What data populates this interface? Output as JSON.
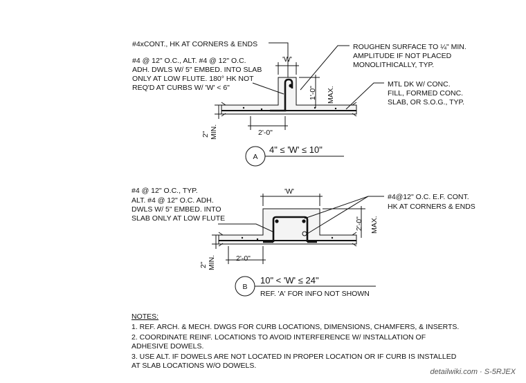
{
  "detail_a": {
    "notes_left": [
      "#4xCONT., HK AT CORNERS & ENDS",
      "#4 @ 12\" O.C., ALT. #4 @ 12\" O.C.",
      "ADH. DWLS W/ 5\" EMBED. INTO SLAB",
      "ONLY AT LOW FLUTE. 180° HK NOT",
      "REQ'D AT CURBS W/ 'W' < 6\""
    ],
    "notes_right": [
      "ROUGHEN SURFACE TO ¼\" MIN.",
      "AMPLITUDE IF NOT PLACED",
      "MONOLITHICALLY, TYP."
    ],
    "notes_right2": [
      "MTL DK W/ CONC.",
      "FILL, FORMED CONC.",
      "SLAB, OR S.O.G., TYP."
    ],
    "dim_w": "'W'",
    "dim_height": "1'-0\"",
    "dim_max": "MAX.",
    "dim_width": "2'-0\"",
    "dim_min_value": "2\"",
    "dim_min": "MIN.",
    "tag": "A",
    "title": "4\" ≤ 'W' ≤ 10\""
  },
  "detail_b": {
    "notes_left": [
      "#4 @ 12\" O.C., TYP.",
      "ALT. #4 @ 12\" O.C. ADH.",
      "DWLS W/ 5\" EMBED. INTO",
      "SLAB ONLY AT LOW FLUTE"
    ],
    "notes_right": [
      "#4@12\" O.C. E.F. CONT.",
      "HK AT CORNERS & ENDS"
    ],
    "dim_w": "'W'",
    "dim_height": "2'-0\"",
    "dim_max": "MAX.",
    "dim_width": "2'-0\"",
    "dim_min_value": "2\"",
    "dim_min": "MIN.",
    "tag": "B",
    "title": "10\" < 'W' ≤ 24\"",
    "subtitle": "REF. 'A' FOR INFO NOT SHOWN"
  },
  "notes": {
    "heading": "NOTES:",
    "items": [
      "1.  REF. ARCH. & MECH. DWGS FOR CURB LOCATIONS, DIMENSIONS, CHAMFERS, & INSERTS.",
      "2.  COORDINATE REINF. LOCATIONS TO AVOID INTERFERENCE W/ INSTALLATION OF",
      "     ADHESIVE DOWELS.",
      "3.  USE ALT. IF DOWELS ARE NOT LOCATED IN PROPER LOCATION OR IF CURB IS INSTALLED",
      "     AT SLAB LOCATIONS W/O DOWELS."
    ]
  },
  "watermark": "detailwiki.com · S-5RJEX"
}
